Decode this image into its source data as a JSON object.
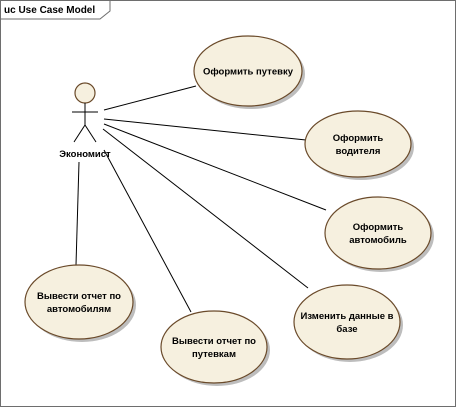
{
  "frame": {
    "title": "uc Use Case Model"
  },
  "actor": {
    "name": "Экономист"
  },
  "use_cases": [
    {
      "id": "uc-oformit-putevku",
      "lines": [
        "Оформить путевку"
      ]
    },
    {
      "id": "uc-oformit-voditelya",
      "lines": [
        "Оформить",
        "водителя"
      ]
    },
    {
      "id": "uc-oformit-avtomobil",
      "lines": [
        "Оформить",
        "автомобиль"
      ]
    },
    {
      "id": "uc-izmenit-dannye",
      "lines": [
        "Изменить данные в",
        "базе"
      ]
    },
    {
      "id": "uc-otchet-putevkam",
      "lines": [
        "Вывести отчет по",
        "путевкам"
      ]
    },
    {
      "id": "uc-otchet-avtomobilyam",
      "lines": [
        "Вывести отчет по",
        "автомобилям"
      ]
    }
  ],
  "colors": {
    "use_case_fill": "#f6f0df",
    "use_case_stroke": "#6a4a2a",
    "shadow": "#bdbdbd",
    "frame_border": "#6e6e6e"
  }
}
